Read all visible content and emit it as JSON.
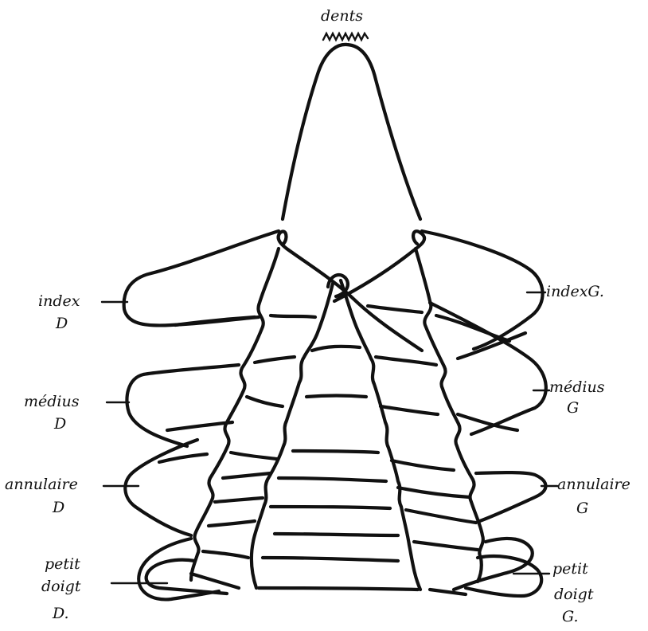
{
  "labels": {
    "dents": "dents",
    "index_d": "index",
    "index_d_side": "D",
    "index_g": "indexG.",
    "medius_d": "médius",
    "medius_d_side": "D",
    "medius_g": "médius",
    "medius_g_side": "G",
    "annulaire_d": "annulaire",
    "annulaire_d_side": "D",
    "annulaire_g": "annulaire",
    "annulaire_g_side": "G",
    "petit_d_1": "petit",
    "petit_d_2": "doigt",
    "petit_d_3": "D.",
    "petit_g_1": "petit",
    "petit_g_2": "doigt",
    "petit_g_3": "G."
  }
}
